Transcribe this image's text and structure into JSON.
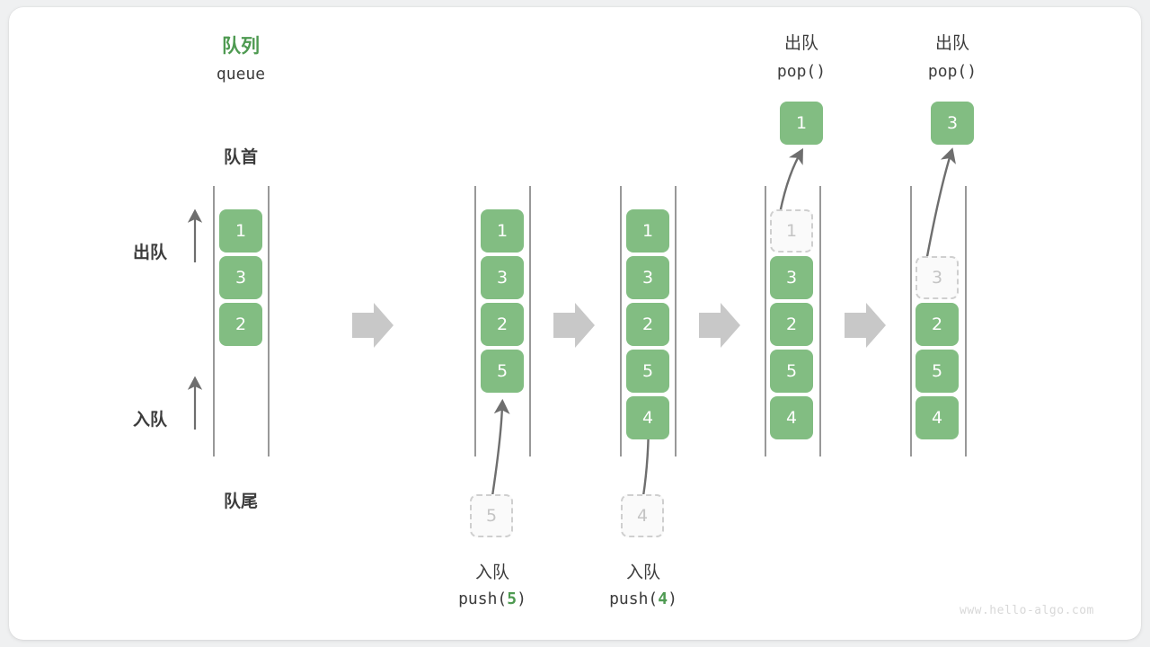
{
  "title": {
    "cn": "队列",
    "en": "queue"
  },
  "labels": {
    "front": "队首",
    "rear": "队尾",
    "dequeue": "出队",
    "enqueue": "入队"
  },
  "watermark": "www.hello-algo.com",
  "operations": {
    "push5": {
      "cn": "入队",
      "code_pre": "push(",
      "code_num": "5",
      "code_post": ")"
    },
    "push4": {
      "cn": "入队",
      "code_pre": "push(",
      "code_num": "4",
      "code_post": ")"
    },
    "pop1": {
      "cn": "出队",
      "code": "pop()"
    },
    "pop2": {
      "cn": "出队",
      "code": "pop()"
    }
  },
  "chart_data": {
    "type": "diagram",
    "title": "队列 queue",
    "columns": [
      {
        "id": "state-0",
        "cells": [
          {
            "value": "1",
            "state": "filled"
          },
          {
            "value": "3",
            "state": "filled"
          },
          {
            "value": "2",
            "state": "filled"
          }
        ]
      },
      {
        "id": "state-1",
        "cells": [
          {
            "value": "1",
            "state": "filled"
          },
          {
            "value": "3",
            "state": "filled"
          },
          {
            "value": "2",
            "state": "filled"
          },
          {
            "value": "5",
            "state": "filled"
          }
        ],
        "incoming": {
          "value": "5",
          "state": "ghost"
        }
      },
      {
        "id": "state-2",
        "cells": [
          {
            "value": "1",
            "state": "filled"
          },
          {
            "value": "3",
            "state": "filled"
          },
          {
            "value": "2",
            "state": "filled"
          },
          {
            "value": "5",
            "state": "filled"
          },
          {
            "value": "4",
            "state": "filled"
          }
        ],
        "incoming": {
          "value": "4",
          "state": "ghost"
        }
      },
      {
        "id": "state-3",
        "cells": [
          {
            "value": "1",
            "state": "ghost"
          },
          {
            "value": "3",
            "state": "filled"
          },
          {
            "value": "2",
            "state": "filled"
          },
          {
            "value": "5",
            "state": "filled"
          },
          {
            "value": "4",
            "state": "filled"
          }
        ],
        "outgoing": {
          "value": "1",
          "state": "filled"
        }
      },
      {
        "id": "state-4",
        "cells": [
          {
            "value": "",
            "state": "empty"
          },
          {
            "value": "3",
            "state": "ghost"
          },
          {
            "value": "2",
            "state": "filled"
          },
          {
            "value": "5",
            "state": "filled"
          },
          {
            "value": "4",
            "state": "filled"
          }
        ],
        "outgoing": {
          "value": "3",
          "state": "filled"
        }
      }
    ],
    "colors": {
      "accent": "#82bd82",
      "title": "#4e9a51",
      "ghost_border": "#cfcfcf",
      "arrow": "#c8c8c8",
      "text": "#3c3c3c"
    }
  },
  "cells": {
    "c0": [
      "1",
      "3",
      "2"
    ],
    "c1": [
      "1",
      "3",
      "2",
      "5"
    ],
    "c2": [
      "1",
      "3",
      "2",
      "5",
      "4"
    ],
    "c3": [
      "1",
      "3",
      "2",
      "5",
      "4"
    ],
    "c4": [
      "3",
      "2",
      "5",
      "4"
    ],
    "ghost_in_1": "5",
    "ghost_in_2": "4",
    "pop_out_1": "1",
    "pop_out_2": "3"
  }
}
